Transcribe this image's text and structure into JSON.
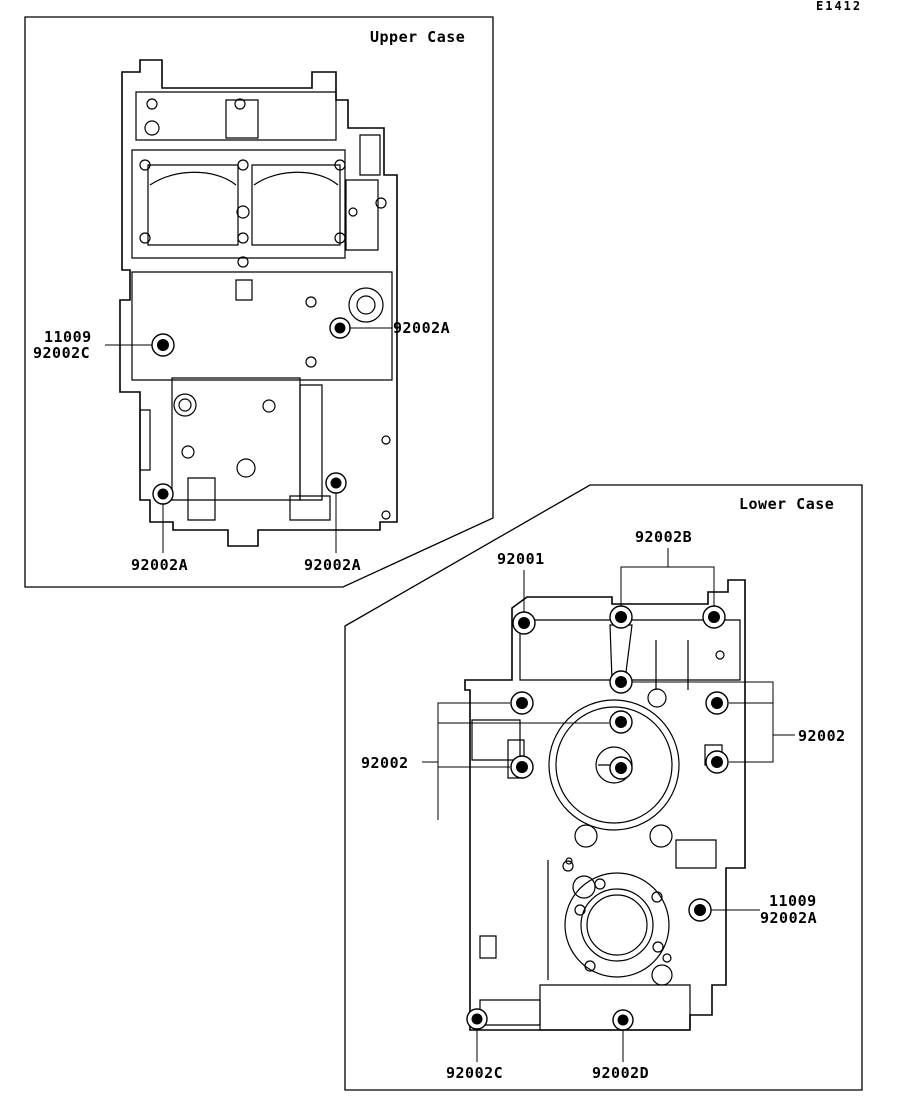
{
  "figure_code": "E1412",
  "upper_case": {
    "title": "Upper Case",
    "labels": {
      "left_top": "11009",
      "left_bottom": "92002C",
      "right_mid": "92002A",
      "bottom_left": "92002A",
      "bottom_right": "92002A"
    }
  },
  "lower_case": {
    "title": "Lower Case",
    "labels": {
      "top_left": "92001",
      "top_right": "92002B",
      "left_mid": "92002",
      "right_mid": "92002",
      "right_lower_top": "11009",
      "right_lower_bottom": "92002A",
      "bottom_left": "92002C",
      "bottom_right": "92002D"
    }
  }
}
